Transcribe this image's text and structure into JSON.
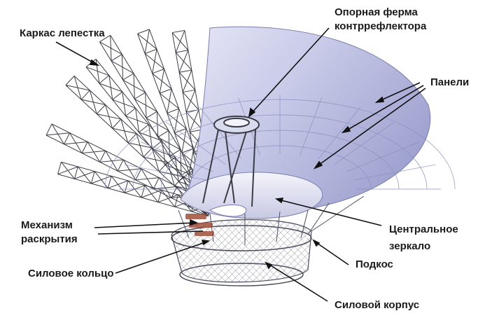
{
  "labels": {
    "petal_frame": "Каркас лепестка",
    "subreflector_truss_line1": "Опорная ферма",
    "subreflector_truss_line2": "контррефлектора",
    "panels": "Панели",
    "deploy_mechanism_line1": "Механизм",
    "deploy_mechanism_line2": "раскрытия",
    "central_mirror_line1": "Центральное",
    "central_mirror_line2": "зеркало",
    "strut": "Подкос",
    "power_ring": "Силовое кольцо",
    "power_body": "Силовой корпус"
  },
  "colors": {
    "panel_fill": "#c9cbe8",
    "panel_light": "#eeeff9",
    "truss_line": "#3c3c46",
    "mechanism": "#a0503a",
    "label_text": "#1a1a1a"
  }
}
